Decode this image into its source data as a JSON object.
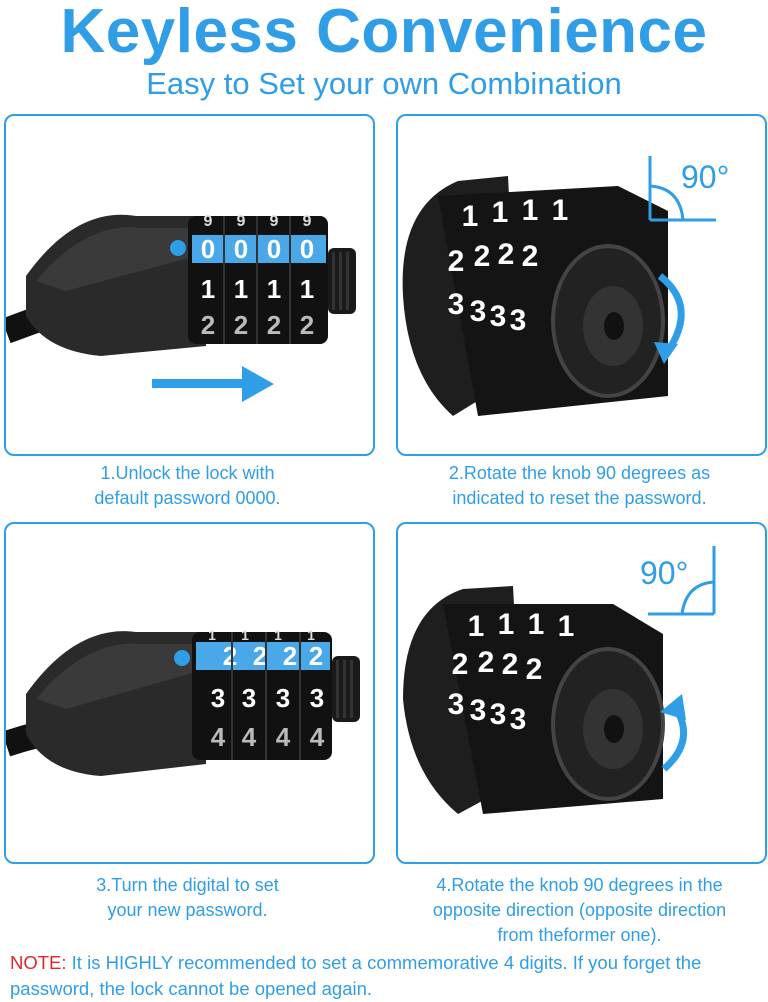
{
  "header": {
    "title": "Keyless Convenience",
    "subtitle": "Easy to Set your own Combination"
  },
  "steps": [
    {
      "line1": "1.Unlock the lock with",
      "line2": "default password 0000.",
      "dial_highlight": [
        "0",
        "0",
        "0",
        "0"
      ],
      "dial_top": [
        "9",
        "9",
        "9",
        "9"
      ],
      "dial_mid": [
        "1",
        "1",
        "1",
        "1"
      ],
      "dial_bottom": [
        "2",
        "2",
        "2",
        "2"
      ]
    },
    {
      "line1": "2.Rotate the knob 90 degrees as",
      "line2": "indicated to reset the password.",
      "angle": "90°",
      "dial_rows": [
        "1",
        "2",
        "3"
      ]
    },
    {
      "line1": "3.Turn the digital to set",
      "line2": "your new password.",
      "dial_highlight": [
        "2",
        "2",
        "2",
        "2"
      ],
      "dial_top": [
        "1",
        "1",
        "1",
        "1"
      ],
      "dial_mid": [
        "3",
        "3",
        "3",
        "3"
      ],
      "dial_bottom": [
        "4",
        "4",
        "4",
        "4"
      ]
    },
    {
      "line1": "4.Rotate the knob 90 degrees in the",
      "line2": "opposite direction (opposite direction",
      "line3": "from theformer one).",
      "angle": "90°",
      "dial_rows": [
        "1",
        "2",
        "3"
      ]
    }
  ],
  "note": {
    "label": "NOTE:",
    "text": "It is HIGHLY recommended to set  a commemorative 4 digits. If you forget the password, the lock cannot be opened again."
  },
  "colors": {
    "accent": "#2f9ee6",
    "warning": "#e3262d",
    "lock_body": "#1c1c1c"
  }
}
